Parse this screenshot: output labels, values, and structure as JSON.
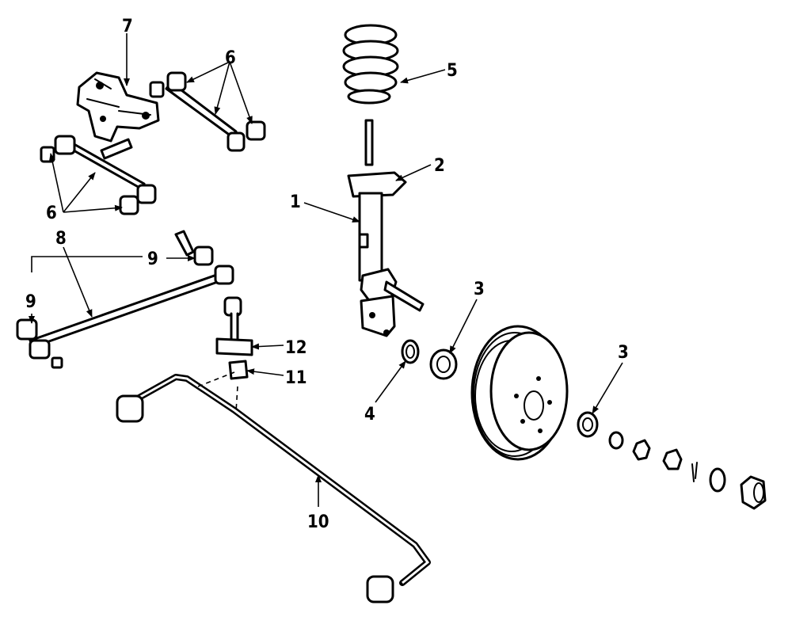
{
  "callouts": {
    "c1": "1",
    "c2": "2",
    "c3a": "3",
    "c3b": "3",
    "c4": "4",
    "c5": "5",
    "c6a": "6",
    "c6b": "6",
    "c7": "7",
    "c8": "8",
    "c9a": "9",
    "c9b": "9",
    "c10": "10",
    "c11": "11",
    "c12": "12"
  }
}
